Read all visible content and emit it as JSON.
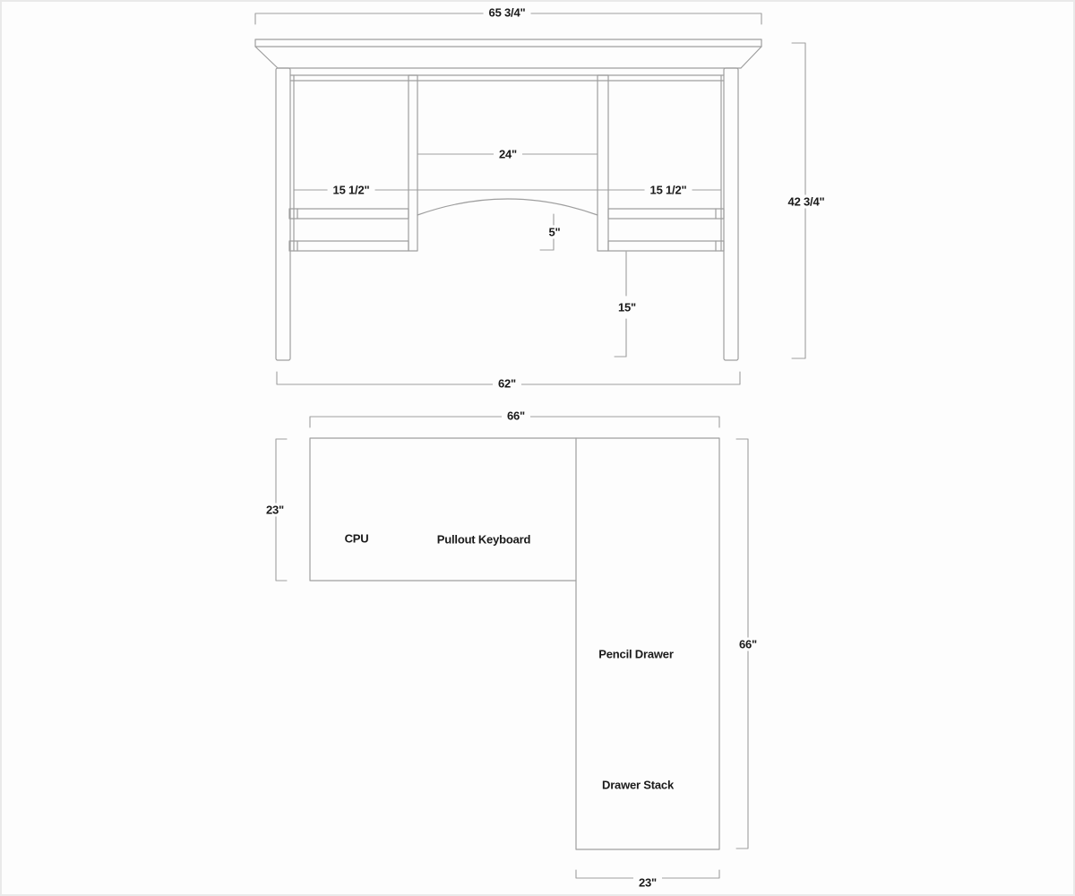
{
  "page": {
    "background": "#fdfdfd",
    "line_color": "#9e9e9e",
    "text_color": "#1a1a1a",
    "title": "Desk dimension drawing"
  },
  "front_view": {
    "description": "front elevation of desk",
    "labels": {
      "overall_width": "65 3/4\"",
      "overall_height": "42 3/4\"",
      "knee_opening_width": "24\"",
      "left_bay_width": "15 1/2\"",
      "right_bay_width": "15 1/2\"",
      "arch_height": "5\"",
      "knee_clearance_height": "15\"",
      "base_width": "62\""
    }
  },
  "plan_view": {
    "description": "L-shaped top plan of desk",
    "labels": {
      "top_width": "66\"",
      "left_depth": "23\"",
      "right_length": "66\"",
      "bottom_depth": "23\"",
      "cpu": "CPU",
      "pullout_keyboard": "Pullout Keyboard",
      "pencil_drawer": "Pencil Drawer",
      "drawer_stack": "Drawer Stack"
    }
  }
}
